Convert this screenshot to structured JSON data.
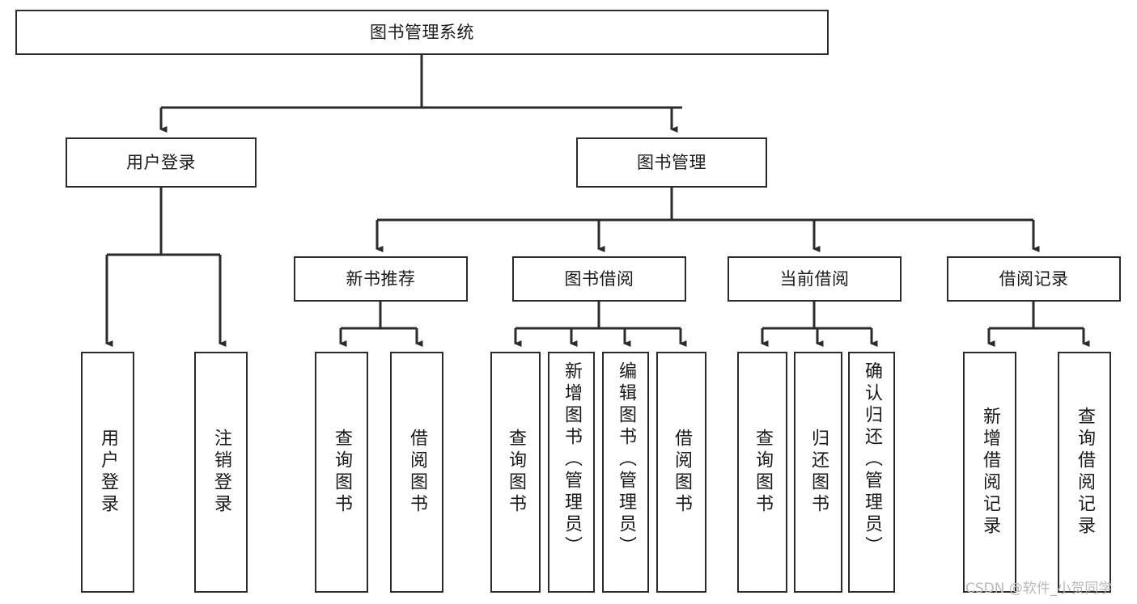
{
  "diagram": {
    "type": "tree-hierarchy-chart",
    "title": "图书管理系统",
    "root": {
      "id": "root",
      "label": "图书管理系统"
    },
    "level2": [
      {
        "id": "user-login",
        "label": "用户登录"
      },
      {
        "id": "book-manage",
        "label": "图书管理"
      }
    ],
    "level3": [
      {
        "id": "new-book-recommend",
        "label": "新书推荐"
      },
      {
        "id": "book-borrow",
        "label": "图书借阅"
      },
      {
        "id": "current-borrow",
        "label": "当前借阅"
      },
      {
        "id": "borrow-record",
        "label": "借阅记录"
      }
    ],
    "leaves": [
      {
        "id": "leaf-user-login",
        "label": "用户登录",
        "parent": "user-login"
      },
      {
        "id": "leaf-logout",
        "label": "注销登录",
        "parent": "user-login"
      },
      {
        "id": "leaf-query-book-1",
        "label": "查询图书",
        "parent": "new-book-recommend"
      },
      {
        "id": "leaf-borrow-book-1",
        "label": "借阅图书",
        "parent": "new-book-recommend"
      },
      {
        "id": "leaf-query-book-2",
        "label": "查询图书",
        "parent": "book-borrow"
      },
      {
        "id": "leaf-add-book",
        "label": "新增图书（管理员）",
        "parent": "book-borrow"
      },
      {
        "id": "leaf-edit-book",
        "label": "编辑图书（管理员）",
        "parent": "book-borrow"
      },
      {
        "id": "leaf-borrow-book-2",
        "label": "借阅图书",
        "parent": "book-borrow"
      },
      {
        "id": "leaf-query-book-3",
        "label": "查询图书",
        "parent": "current-borrow"
      },
      {
        "id": "leaf-return-book",
        "label": "归还图书",
        "parent": "current-borrow"
      },
      {
        "id": "leaf-confirm-return",
        "label": "确认归还（管理员）",
        "parent": "current-borrow"
      },
      {
        "id": "leaf-add-record",
        "label": "新增借阅记录",
        "parent": "borrow-record"
      },
      {
        "id": "leaf-query-record",
        "label": "查询借阅记录",
        "parent": "borrow-record"
      }
    ],
    "colors": {
      "stroke": "#2b2b2b",
      "fill": "#ffffff",
      "text": "#1a1a1a",
      "watermark": "#b9b9b9"
    }
  },
  "watermark": {
    "text": "CSDN @软件_小贺同学"
  }
}
